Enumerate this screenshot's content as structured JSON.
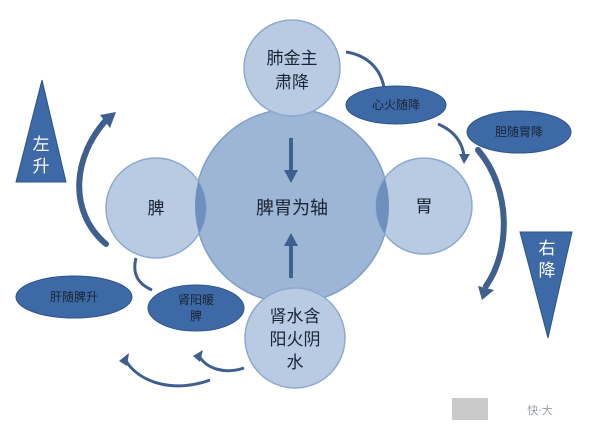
{
  "center": {
    "label": "脾胃为轴"
  },
  "top": {
    "line1": "肺金主",
    "line2": "肃降"
  },
  "left": {
    "label": "脾"
  },
  "right": {
    "label": "胃"
  },
  "bottom": {
    "line1": "肾水含",
    "line2": "阳火阴",
    "line3": "水"
  },
  "ellipses": {
    "xin": "心火随降",
    "dan": "胆随胃降",
    "gan": "肝随脾升",
    "shen_line1": "肾阳暖",
    "shen_line2": "脾"
  },
  "triangles": {
    "left_top": "左",
    "left_bottom": "升",
    "right_top": "右",
    "right_bottom": "降"
  },
  "colors": {
    "big_circle": "#9db6d6",
    "small_circle": "#b9cbe3",
    "overlap": "#6f8fbd",
    "dark_blue": "#385d93",
    "arrow": "#3f5f8f"
  },
  "watermark": "快·大"
}
